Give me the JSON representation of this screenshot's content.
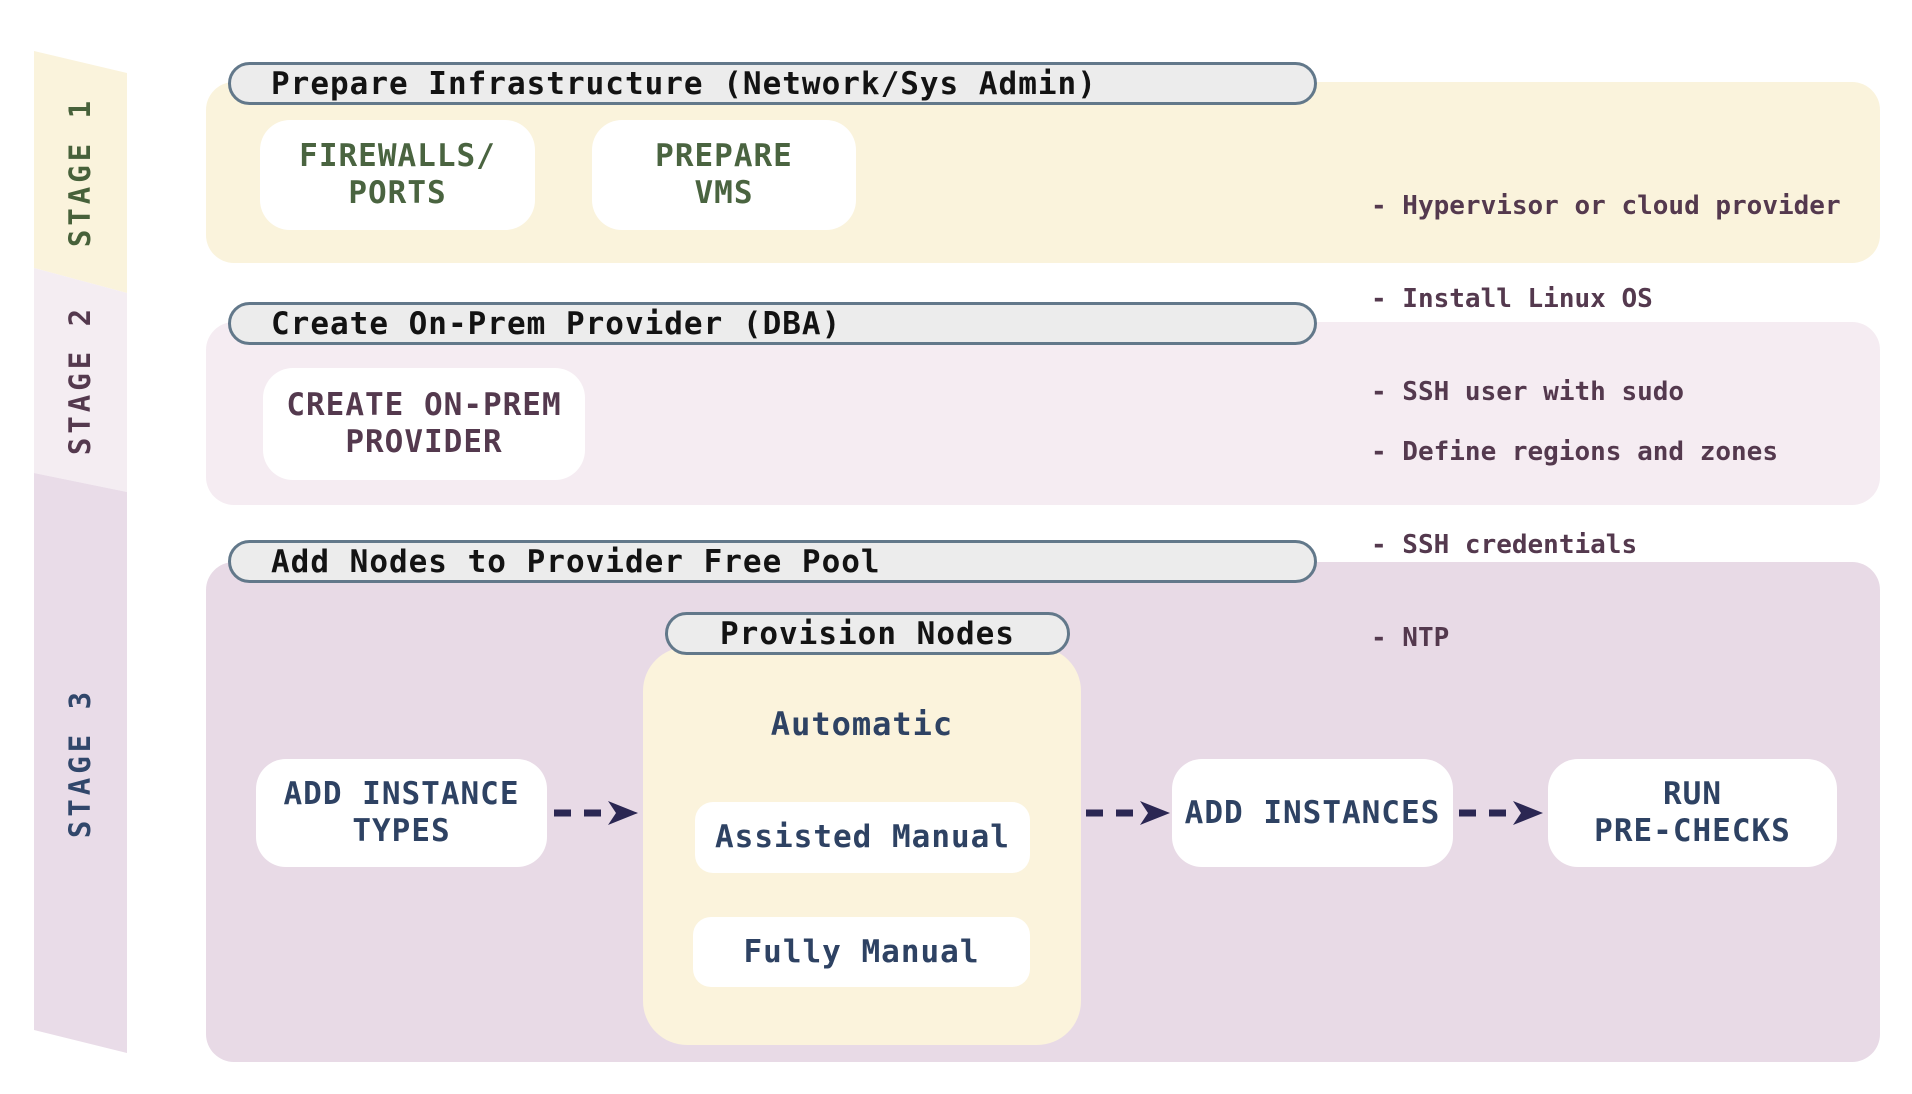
{
  "colors": {
    "stage1_band": "#faf3dc",
    "stage2_band": "#f5ecf2",
    "stage3_band": "#e8dae6",
    "provision_column": "#fbf3dc",
    "pill_background": "#ececec",
    "pill_border": "#62788a",
    "stage1_text_green": "#4a6440",
    "stage2_text_plum": "#54394e",
    "stage3_text_navy": "#2e4263",
    "arrow_indigo": "#2b2753"
  },
  "stage1": {
    "label": "STAGE 1",
    "header": "Prepare Infrastructure (Network/Sys Admin)",
    "box_firewalls": {
      "line1": "FIREWALLS/",
      "line2": "PORTS"
    },
    "box_prepare_vms": {
      "line1": "PREPARE",
      "line2": "VMS"
    },
    "notes": [
      "- Hypervisor or cloud provider",
      "- Install Linux OS",
      "- SSH user with sudo"
    ]
  },
  "stage2": {
    "label": "STAGE 2",
    "header": "Create On-Prem Provider (DBA)",
    "box_create_provider": {
      "line1": "CREATE ON-PREM",
      "line2": "PROVIDER"
    },
    "notes": [
      "- Define regions and zones",
      "- SSH credentials",
      "- NTP"
    ]
  },
  "stage3": {
    "label": "STAGE 3",
    "header": "Add Nodes to Provider Free Pool",
    "box_add_instance_types": {
      "line1": "ADD INSTANCE",
      "line2": "TYPES"
    },
    "provision": {
      "header": "Provision Nodes",
      "option_automatic": "Automatic",
      "option_assisted_manual": "Assisted Manual",
      "option_fully_manual": "Fully Manual"
    },
    "box_add_instances": "ADD INSTANCES",
    "box_run_prechecks": {
      "line1": "RUN",
      "line2": "PRE-CHECKS"
    }
  }
}
